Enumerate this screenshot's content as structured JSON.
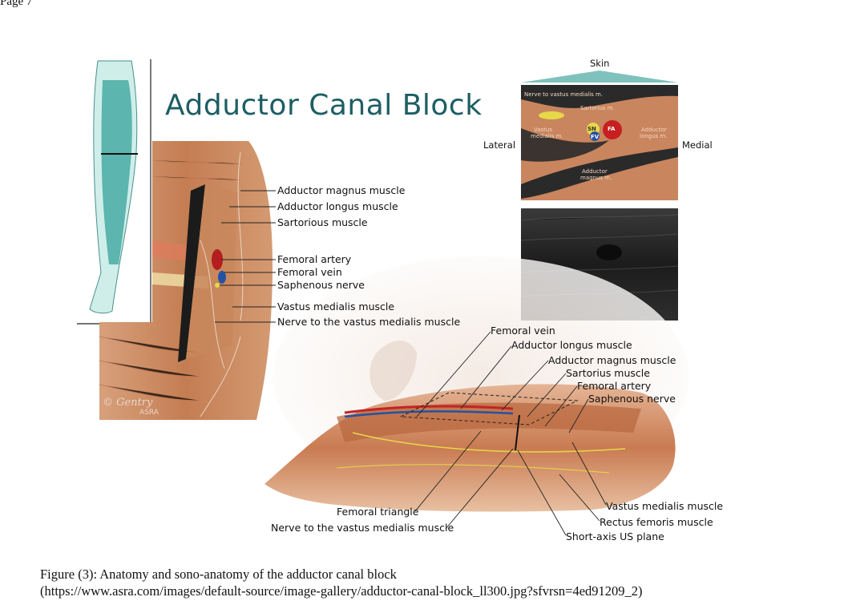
{
  "page": {
    "number_label": "Page 7"
  },
  "figure": {
    "title": "Adductor Canal Block",
    "left_panel_labels": [
      "Adductor magnus muscle",
      "Adductor longus muscle",
      "Sartorious muscle",
      "Femoral artery",
      "Femoral vein",
      "Saphenous nerve",
      "Vastus medialis muscle",
      "Nerve to the vastus medialis muscle"
    ],
    "signature": "© Gentry",
    "credit": "ASRA",
    "cross_section": {
      "skin": "Skin",
      "lateral": "Lateral",
      "medial": "Medial",
      "nerve_to_vm": "Nerve to vastus medialis m.",
      "sartorius": "Sartorius m.",
      "vastus_line1": "Vastus",
      "vastus_line2": "medialis m.",
      "sn": "SN",
      "fa": "FA",
      "fv": "FV",
      "adductor_longus_line1": "Adductor",
      "adductor_longus_line2": "longus m.",
      "adductor_magnus_line1": "Adductor",
      "adductor_magnus_line2": "magnus m."
    },
    "thigh_top_labels": [
      "Femoral vein",
      "Adductor longus muscle",
      "Adductor magnus muscle",
      "Sartorius muscle",
      "Femoral artery",
      "Saphenous nerve"
    ],
    "thigh_bottom_left_labels": [
      "Femoral triangle",
      "Nerve to the vastus medialis muscle"
    ],
    "thigh_bottom_right_labels": [
      "Vastus medialis muscle",
      "Rectus femoris muscle",
      "Short-axis US plane"
    ]
  },
  "caption": {
    "line1": "Figure (3): Anatomy and sono-anatomy of the adductor canal block",
    "line2": "(https://www.asra.com/images/default-source/image-gallery/adductor-canal-block_ll300.jpg?sfvrsn=4ed91209_2)"
  },
  "colors": {
    "title": "#1d5e63",
    "leg": "#58b3ad",
    "muscle": "#c98a5f",
    "artery": "#b51e1e",
    "vein": "#2452a3",
    "nerve": "#e6d84a"
  }
}
